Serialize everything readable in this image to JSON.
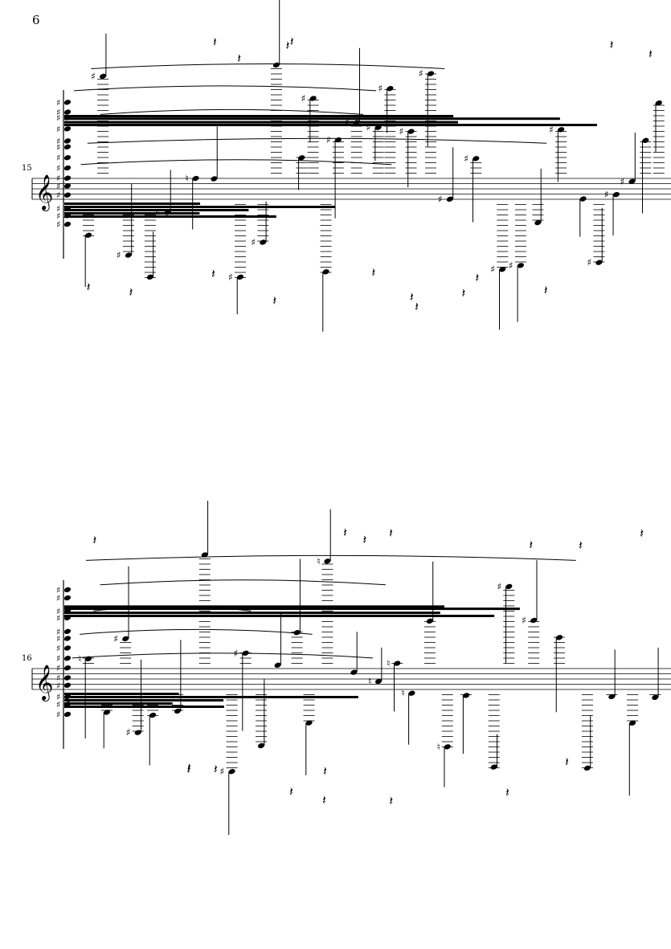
{
  "page": {
    "number": "6"
  },
  "systems": [
    {
      "measure_number": "15",
      "clef": "treble-clef"
    },
    {
      "measure_number": "16",
      "clef": "treble-clef"
    }
  ],
  "icons": {
    "clef": "treble-clef",
    "note": "notehead",
    "rest": "quarter-rest",
    "accidentals": [
      "sharp",
      "natural"
    ]
  },
  "colors": {
    "ink": "#000000",
    "paper": "#ffffff"
  }
}
